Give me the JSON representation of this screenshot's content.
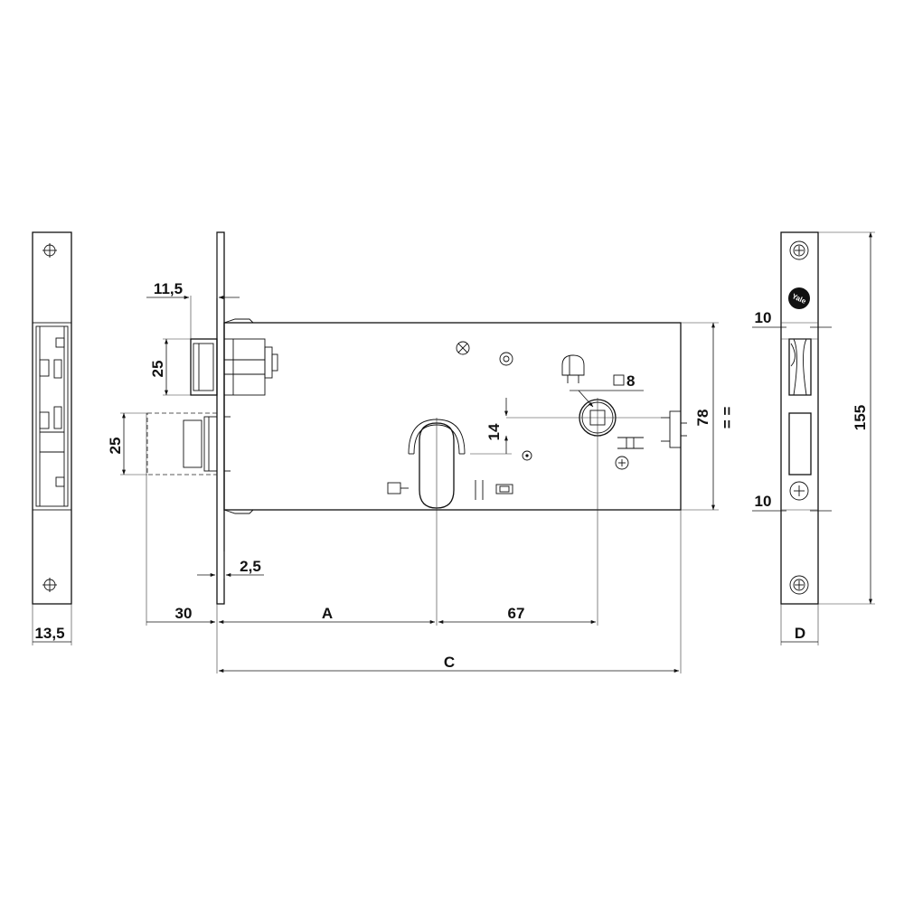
{
  "dimensions": {
    "d11_5": "11,5",
    "d25_latch": "25",
    "d25_bolt": "25",
    "d14": "14",
    "d8": "8",
    "sq": "□",
    "d78": "78",
    "equal_marks": "= =",
    "d2_5": "2,5",
    "d30": "30",
    "dA": "A",
    "d67": "67",
    "dC": "C",
    "d13_5": "13,5",
    "d10_top": "10",
    "d10_bottom": "10",
    "d155": "155",
    "dD": "D"
  },
  "brand": {
    "logo_text": "Yale"
  },
  "colors": {
    "line": "#111111",
    "background": "#ffffff"
  }
}
